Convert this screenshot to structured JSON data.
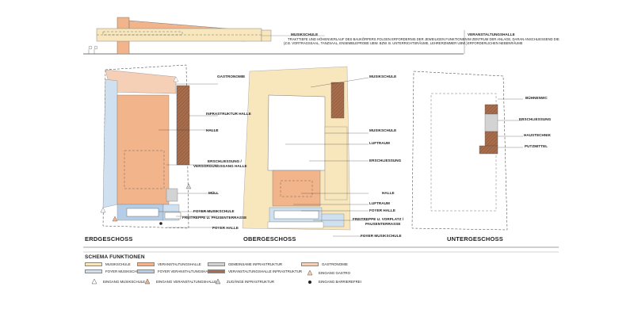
{
  "section": {
    "top_right_title": "VERANSTALTUNGSHALLE",
    "top_right_note": "IM ZENTRUM DER ANLAGE, DARAN ANSCHLIESSEND DIE\nERFORDERLICHEN NEBENRÄUME",
    "top_label": "MUSIKSCHULE",
    "top_note": "TRAKTTIEFE UND HÖHENVERLAUF DES BAUKÖRPERS FOLGEN ERFORDERNIS DER JEWEILIGEN FUNKTIONEN\n(Z.B. VORTRAGSSAAL, TANZSAAL, ENSEMBLEPROBE UBW. BZW. B. UNTERRICHTSRÄUME, LEHRERZIMMER UBW.)"
  },
  "plans": {
    "ground": {
      "caption": "ERDGESCHOSS",
      "labels": {
        "gastronomie": "GASTRONOMIE",
        "infra": "INFRASTRUKTUR HALLE",
        "halle": "HALLE",
        "erschl1": "ERSCHLIESSUNG /",
        "erschl2": "VERSORGUNGSGANG HALLE",
        "muell": "MÜLL",
        "foyer_ms": "FOYER MUSIKSCHULE",
        "freitreppe": "FREITREPPE U. PAUSENTERRASSE",
        "foyer_halle": "FOYER HALLE"
      }
    },
    "upper": {
      "caption": "OBERGESCHOSS",
      "labels": {
        "musikschule1": "MUSIKSCHULE",
        "musikschule2": "MUSIKSCHULE",
        "luftraum1": "LUFTRAUM",
        "erschliessung": "ERSCHLIESSUNG",
        "halle": "HALLE",
        "luftraum2": "LUFTRAUM",
        "foyer_halle": "FOYER HALLE",
        "freitreppe1": "FREITREPPE U. VORPLATZ /",
        "freitreppe2": "PAUSENTERRASSE",
        "foyer_ms": "FOYER MUSIKSCHULE"
      }
    },
    "lower": {
      "caption": "UNTERGESCHOSS",
      "labels": {
        "buehnenwc": "BÜHNENWC",
        "erschl": "ERSCHLIESSUNG",
        "haustechnik": "HAUSTECHNIK",
        "putzmittel": "PUTZMITTEL"
      }
    }
  },
  "legend": {
    "title": "SCHEMA FUNKTIONEN",
    "colors": {
      "musikschule": "#f8e6bd",
      "foyer_ms": "#cfe0f1",
      "veranstaltung": "#f1b48b",
      "foyer_v": "#b5cde6",
      "gemeinsam": "#d3d3d3",
      "v_infra": "#a86e4d",
      "gastronomie": "#f5cfb6"
    },
    "items": [
      {
        "key": "musikschule",
        "label": "MUSIKSCHULE"
      },
      {
        "key": "veranstaltung",
        "label": "VERANSTALTUNGSHALLE"
      },
      {
        "key": "gemeinsam",
        "label": "GEMEINSAME INFRASTRUKTUR"
      },
      {
        "key": "gastronomie",
        "label": "GASTRONOMIE"
      },
      {
        "key": "foyer_ms",
        "label": "FOYER MUSIKSCHULE"
      },
      {
        "key": "foyer_v",
        "label": "FOYER VERANSTALTUNGSHALLE"
      },
      {
        "key": "v_infra",
        "label": "VERANSTALTUNGSHALLE INFRASTRUKTUR"
      }
    ],
    "entrances": [
      {
        "label": "EINGANG MUSIKSCHULE",
        "icon": "triangle-outline-icon"
      },
      {
        "label": "EINGANG VERANSTALTUNGSHALLE",
        "icon": "triangle-orange-icon"
      },
      {
        "label": "ZUGÄNGE INFRASTRUKTUR",
        "icon": "triangle-grey-icon"
      },
      {
        "label": "EINGANG GASTRO",
        "icon": "triangle-peach-icon"
      },
      {
        "label": "EINGANG BARRIEREFREI",
        "icon": "wheelchair-icon"
      }
    ]
  }
}
